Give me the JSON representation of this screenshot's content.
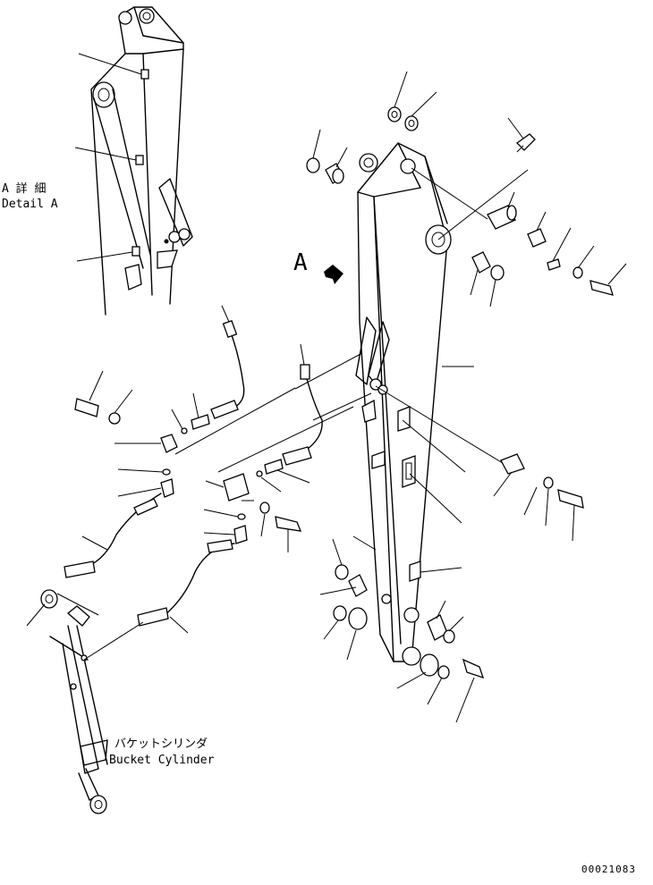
{
  "detail": {
    "label_ja": "A 詳 細",
    "label_en": "Detail A"
  },
  "view_marker": "A",
  "bucket_cylinder": {
    "label_ja": "バケットシリンダ",
    "label_en": "Bucket Cylinder"
  },
  "drawing_number": "00021083"
}
